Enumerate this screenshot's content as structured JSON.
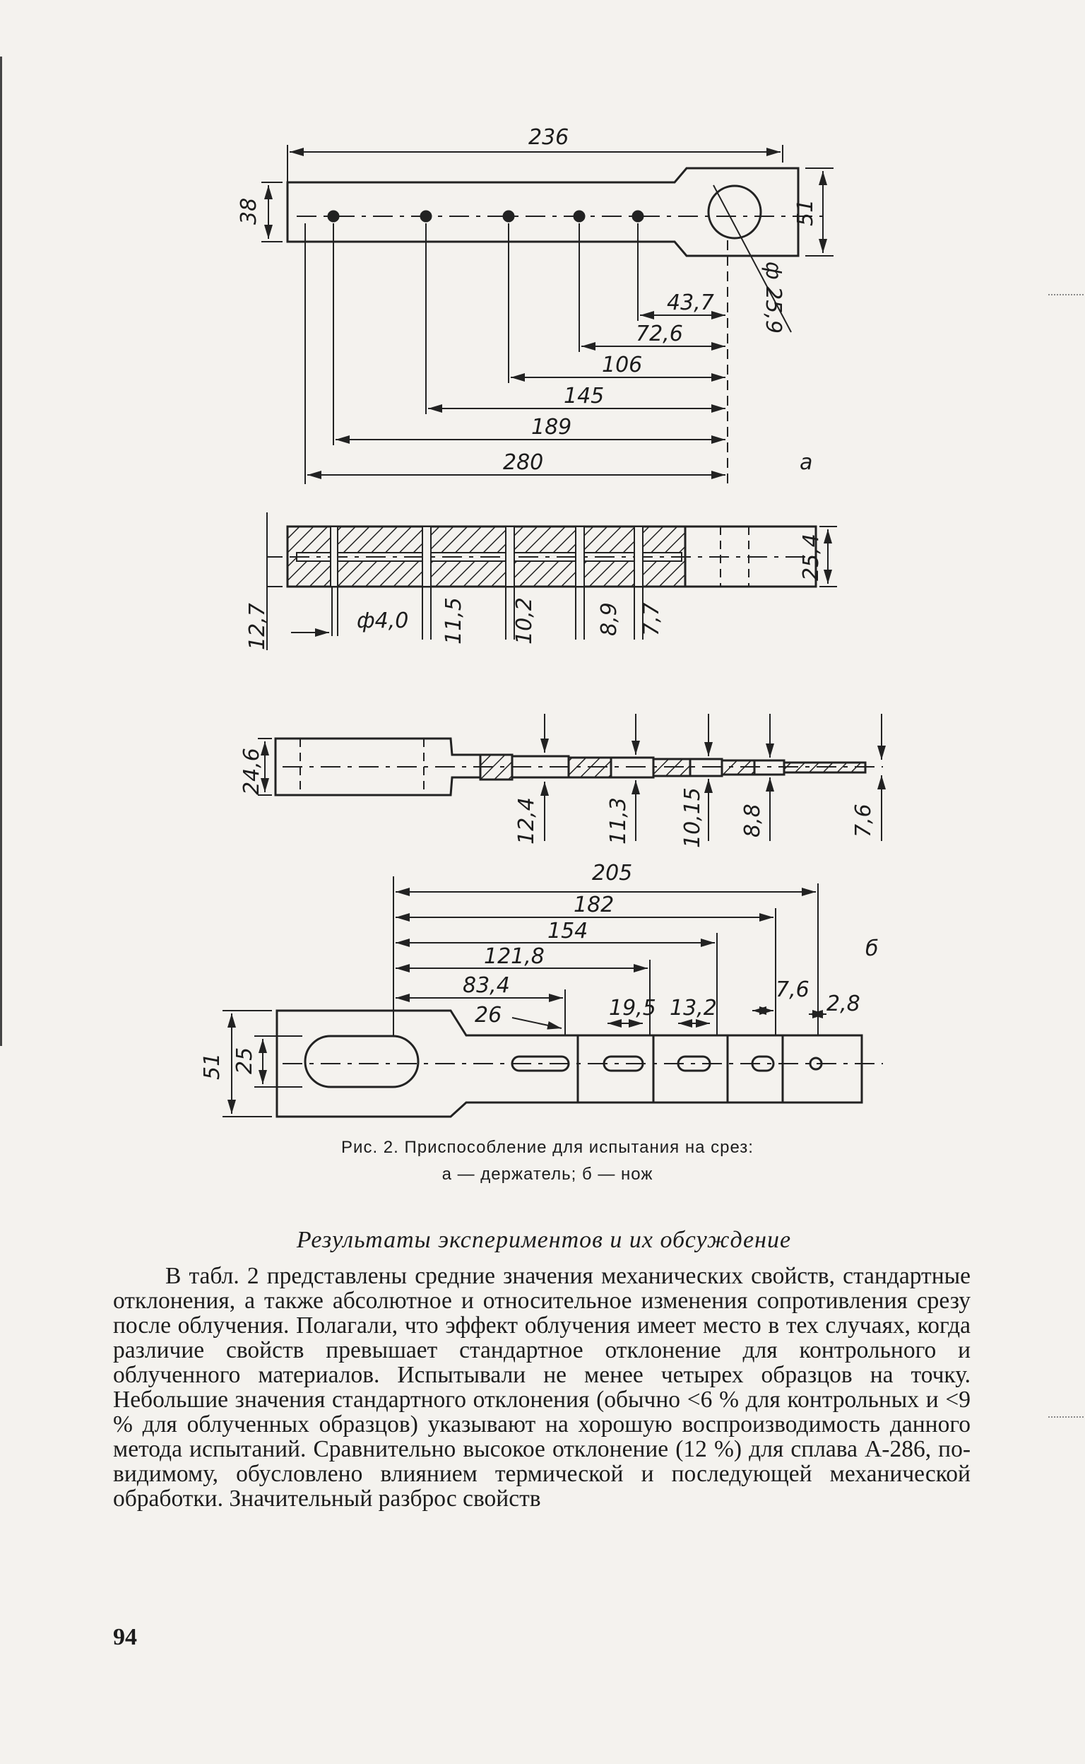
{
  "figure": {
    "view_a": {
      "label": "а",
      "overall_length": "236",
      "width": "38",
      "end_width": "51",
      "hole_diameter": "ф 25,9",
      "positions": [
        "43,7",
        "72,6",
        "106",
        "145",
        "189",
        "280"
      ],
      "slot_thickness": "25,4",
      "holder_dims": [
        "12,7",
        "ф4,0",
        "11,5",
        "10,2",
        "8,9",
        "7,7"
      ]
    },
    "view_b": {
      "label": "б",
      "thickness": "24,6",
      "step_thickness": [
        "12,4",
        "11,3",
        "10,15",
        "8,8",
        "7,6"
      ],
      "lengths": [
        "205",
        "182",
        "154",
        "121,8",
        "83,4",
        "26"
      ],
      "slot_lengths": [
        "19,5",
        "13,2",
        "7,6",
        "2,8"
      ],
      "width": "51",
      "slot_width": "25"
    }
  },
  "caption": {
    "line1": "Рис. 2. Приспособление для испытания на срез:",
    "line2": "а — держатель; б — нож"
  },
  "section_heading": "Результаты экспериментов и их обсуждение",
  "paragraph": "В табл. 2 представлены средние значения механических свойств, стандартные отклонения, а также абсолютное и относительное изменения сопротивления срезу после облучения. Полагали, что эффект облучения имеет место в тех случаях, когда различие свойств превышает стандартное отклонение для контрольного и облученного материалов. Испытывали не менее четырех образцов на точку. Небольшие значения стандартного отклонения (обычно <6 % для контрольных и <9 % для облученных образцов) указывают на хорошую воспроизводимость данного метода испытаний. Сравнительно высокое отклонение (12 %) для сплава А-286, по-видимому, обусловлено влиянием термической и последующей механической обработки. Значительный разброс свойств",
  "page_number": "94"
}
